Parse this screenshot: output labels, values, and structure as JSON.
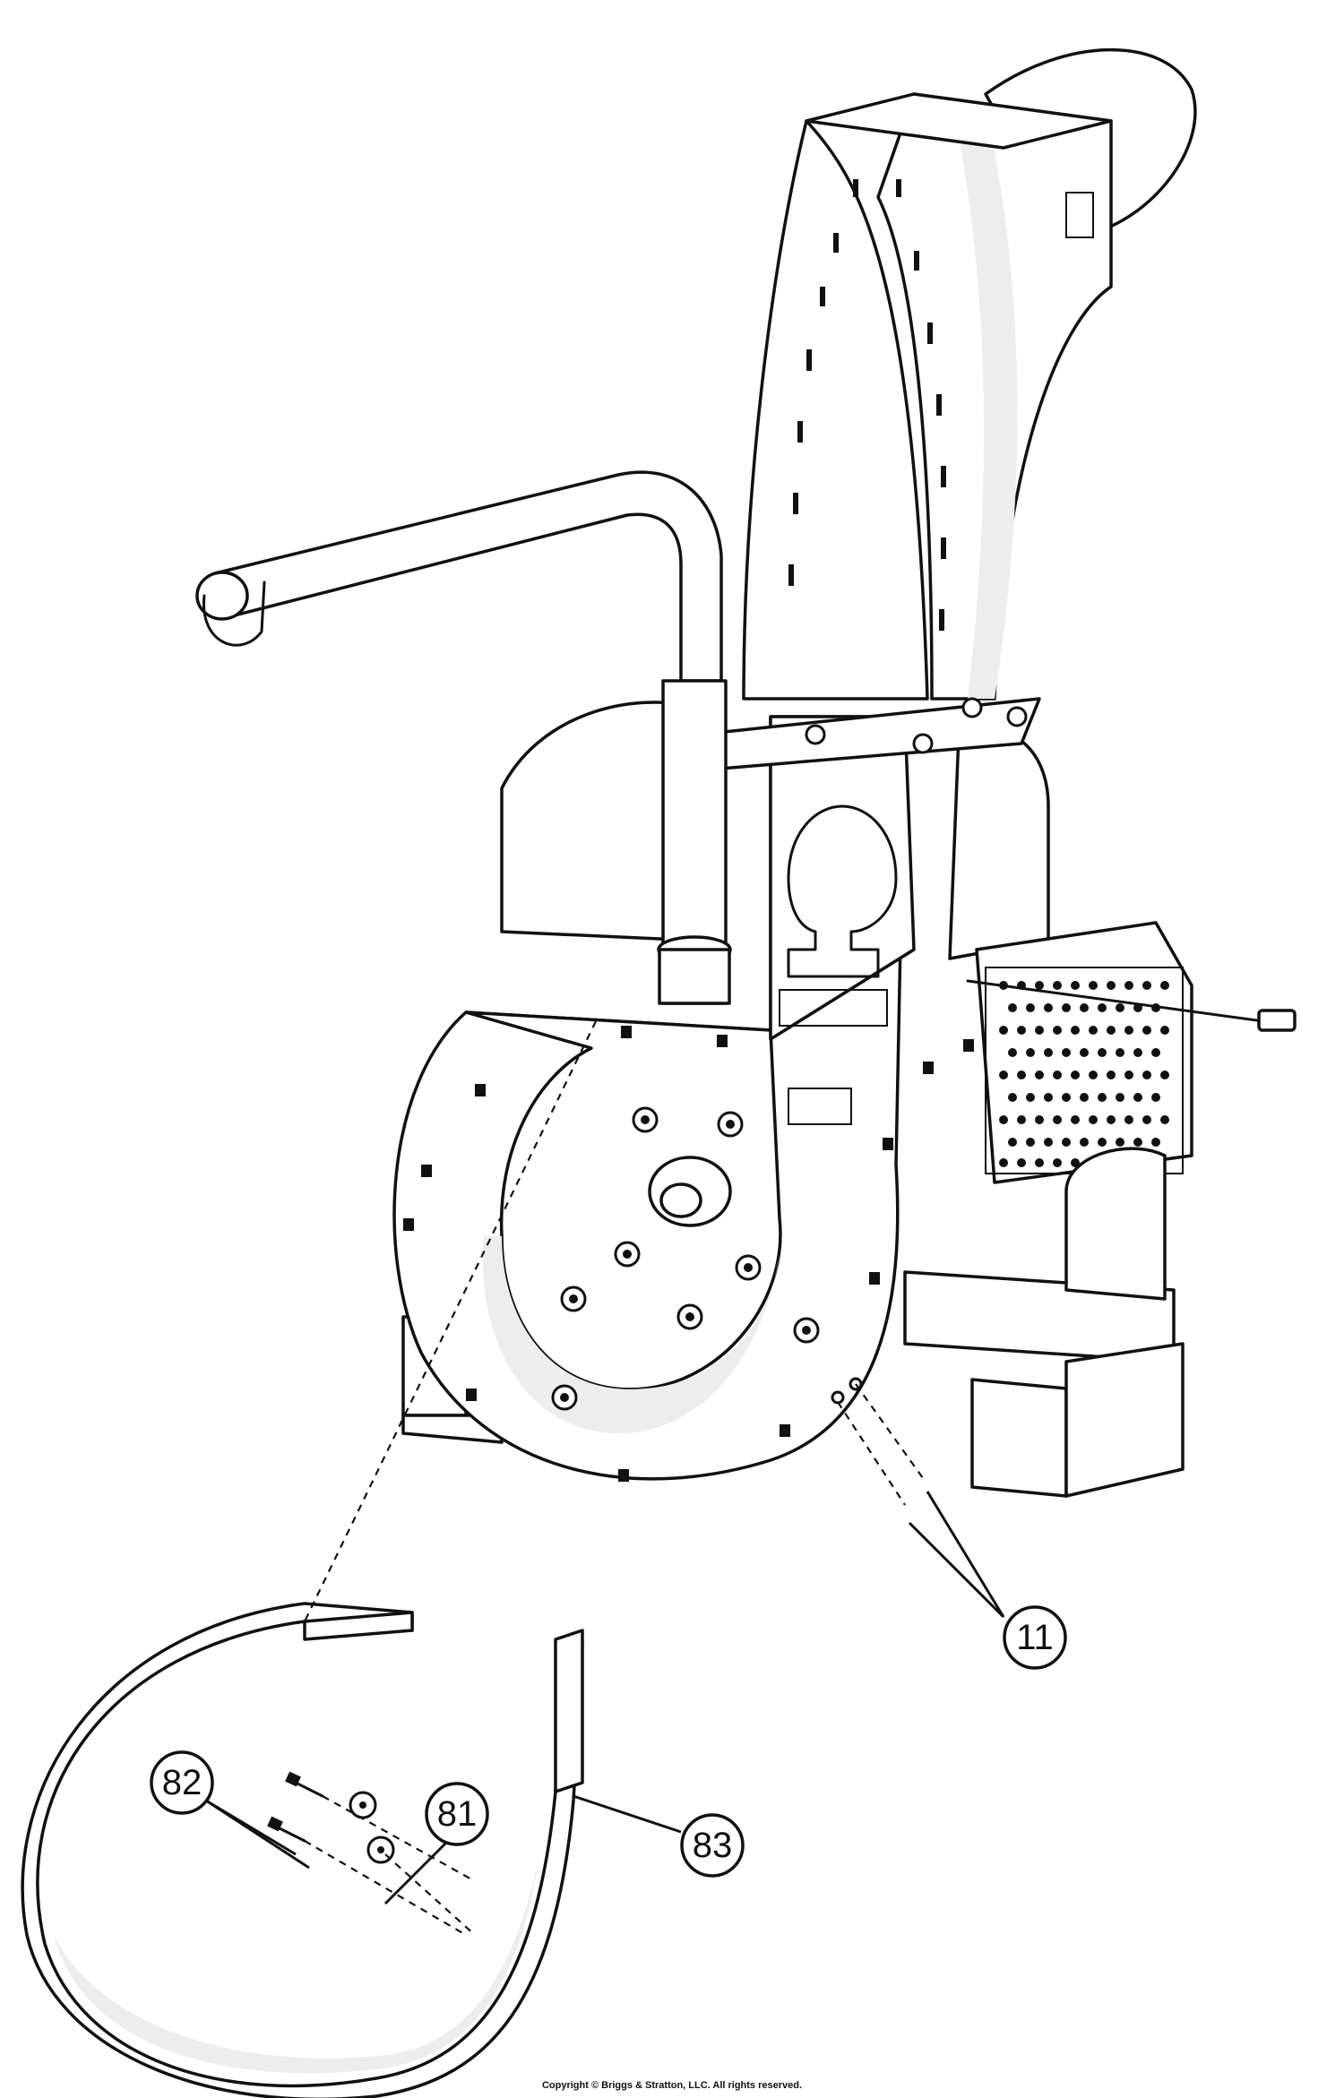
{
  "callouts": [
    {
      "id": "11",
      "label": "11"
    },
    {
      "id": "81",
      "label": "81"
    },
    {
      "id": "82",
      "label": "82"
    },
    {
      "id": "83",
      "label": "83"
    }
  ],
  "footer": {
    "copyright": "Copyright © Briggs & Stratton, LLC. All rights reserved."
  },
  "colors": {
    "line": "#111111",
    "shade": "#ededed",
    "background": "#ffffff"
  }
}
